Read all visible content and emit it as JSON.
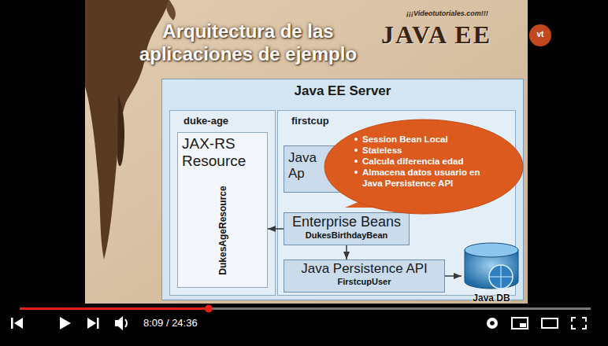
{
  "diagram": {
    "title": "Arquitectura de las aplicaciones de ejemplo",
    "nodes": [
      {
        "text": [
          "Java EE Server"
        ]
      },
      {
        "text": [
          "duke-age"
        ],
        "in": 0
      },
      {
        "text": [
          "JAX-RS Resource",
          "DukesAgeResource"
        ],
        "in": 1
      },
      {
        "text": [
          "firstcup"
        ],
        "in": 0
      },
      {
        "text": [
          "Java Ap"
        ],
        "in": 3
      },
      {
        "text": [
          "Enterprise Beans",
          "DukesBirthdayBean"
        ],
        "in": 3
      },
      {
        "text": [
          "Java Persistence API",
          "FirstcupUser"
        ],
        "in": 3
      },
      {
        "text": [
          "Java DB"
        ]
      },
      {
        "text": [
          "Session Bean Local",
          "Stateless",
          "Calcula diferencia edad",
          "Almacena datos usuario en Java Persistence API"
        ]
      }
    ],
    "edges": [
      {
        "from": 5,
        "to": 2,
        "arrow": "to"
      },
      {
        "from": 5,
        "to": 6,
        "arrow": "to"
      },
      {
        "from": 6,
        "to": 7,
        "arrow": "to"
      }
    ],
    "labels": [
      "¡¡¡Videotutoriales.com!!!",
      "JAVA EE",
      "vt",
      "8:09 / 24:36"
    ]
  }
}
